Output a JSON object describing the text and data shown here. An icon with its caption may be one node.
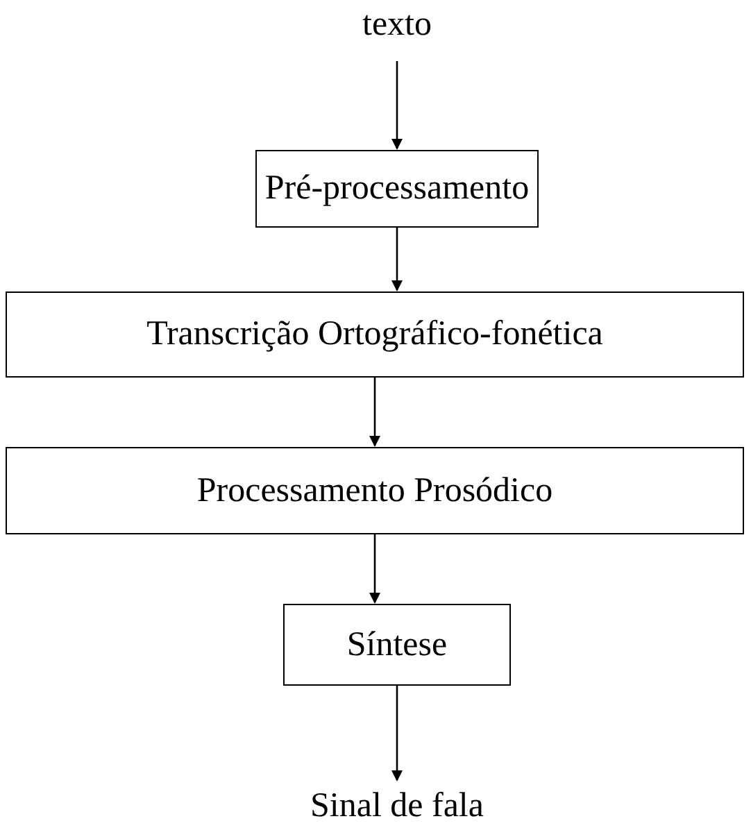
{
  "diagram": {
    "nodes": [
      {
        "text": [
          "texto"
        ]
      },
      {
        "text": [
          "Pré-processamento"
        ]
      },
      {
        "text": [
          "Transcrição Ortográfico-fonética"
        ]
      },
      {
        "text": [
          "Processamento Prosódico"
        ]
      },
      {
        "text": [
          "Síntese"
        ]
      },
      {
        "text": [
          "Sinal de fala"
        ]
      }
    ],
    "edges": [
      {
        "from": 0,
        "to": 1,
        "arrow": "to"
      },
      {
        "from": 1,
        "to": 2,
        "arrow": "to"
      },
      {
        "from": 2,
        "to": 3,
        "arrow": "to"
      },
      {
        "from": 3,
        "to": 4,
        "arrow": "to"
      },
      {
        "from": 4,
        "to": 5,
        "arrow": "to"
      }
    ]
  }
}
